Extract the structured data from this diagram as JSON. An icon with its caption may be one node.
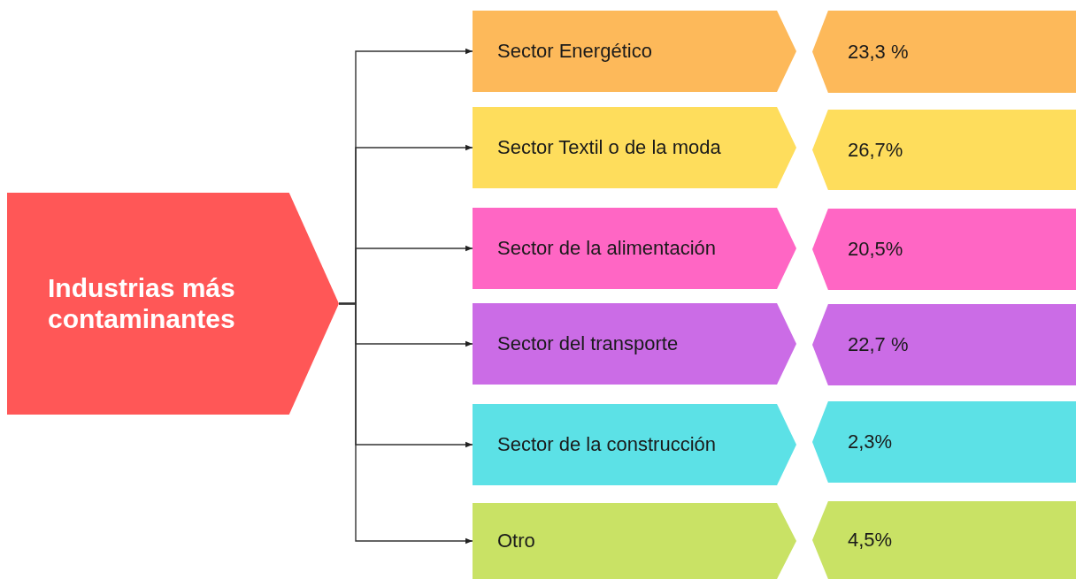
{
  "diagram": {
    "nodes": [
      {
        "text": [
          "Industrias más contaminantes"
        ]
      },
      {
        "text": [
          "Sector Energético"
        ]
      },
      {
        "text": [
          "23,3 %"
        ]
      },
      {
        "text": [
          "Sector Textil o de la moda"
        ]
      },
      {
        "text": [
          "26,7%"
        ]
      },
      {
        "text": [
          "Sector de la alimentación"
        ]
      },
      {
        "text": [
          "20,5%"
        ]
      },
      {
        "text": [
          "Sector del transporte"
        ]
      },
      {
        "text": [
          "22,7 %"
        ]
      },
      {
        "text": [
          "Sector de la construcción"
        ]
      },
      {
        "text": [
          "2,3%"
        ]
      },
      {
        "text": [
          "Otro"
        ]
      },
      {
        "text": [
          "4,5%"
        ]
      }
    ],
    "edges": [
      {
        "from": 0,
        "to": 1,
        "arrow": "to"
      },
      {
        "from": 0,
        "to": 3,
        "arrow": "to"
      },
      {
        "from": 0,
        "to": 5,
        "arrow": "to"
      },
      {
        "from": 0,
        "to": 7,
        "arrow": "to"
      },
      {
        "from": 0,
        "to": 9,
        "arrow": "to"
      },
      {
        "from": 0,
        "to": 11,
        "arrow": "to"
      }
    ]
  }
}
